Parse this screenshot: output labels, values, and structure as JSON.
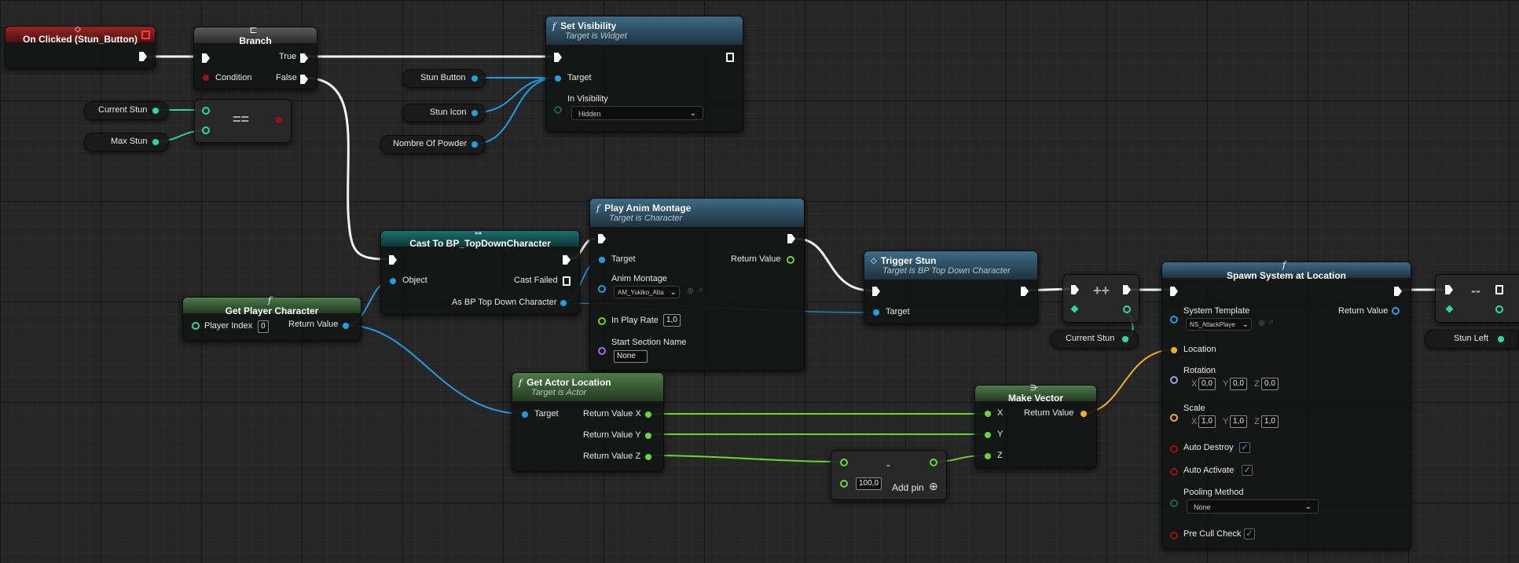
{
  "nodes": {
    "on_clicked": {
      "title": "On Clicked (Stun_Button)"
    },
    "branch": {
      "title": "Branch",
      "true_label": "True",
      "false_label": "False",
      "condition_label": "Condition"
    },
    "equals": {
      "op": "=="
    },
    "current_stun_var": {
      "label": "Current Stun"
    },
    "max_stun_var": {
      "label": "Max Stun"
    },
    "set_visibility": {
      "title": "Set Visibility",
      "subtitle": "Target is Widget",
      "target_label": "Target",
      "in_visibility_label": "In Visibility",
      "in_visibility_value": "Hidden"
    },
    "stun_button_var": {
      "label": "Stun Button"
    },
    "stun_icon_var": {
      "label": "Stun Icon"
    },
    "nombre_powder_var": {
      "label": "Nombre Of Powder"
    },
    "cast_to": {
      "title": "Cast To BP_TopDownCharacter",
      "object_label": "Object",
      "cast_failed_label": "Cast Failed",
      "as_label": "As BP Top Down Character"
    },
    "get_player_character": {
      "title": "Get Player Character",
      "player_index_label": "Player Index",
      "player_index_value": "0",
      "return_label": "Return Value"
    },
    "play_anim_montage": {
      "title": "Play Anim Montage",
      "subtitle": "Target is Character",
      "target_label": "Target",
      "return_label": "Return Value",
      "anim_montage_label": "Anim Montage",
      "anim_montage_value": "AM_Yukiko_Atta",
      "in_play_rate_label": "In Play Rate",
      "in_play_rate_value": "1,0",
      "start_section_label": "Start Section Name",
      "start_section_value": "None"
    },
    "get_actor_location": {
      "title": "Get Actor Location",
      "subtitle": "Target is Actor",
      "target_label": "Target",
      "rx": "Return Value X",
      "ry": "Return Value Y",
      "rz": "Return Value Z"
    },
    "subtract": {
      "op": "-",
      "value": "100,0",
      "add_pin_label": "Add pin"
    },
    "make_vector": {
      "title": "Make Vector",
      "x_label": "X",
      "y_label": "Y",
      "z_label": "Z",
      "return_label": "Return Value"
    },
    "trigger_stun": {
      "title": "Trigger Stun",
      "subtitle": "Target is BP Top Down Character",
      "target_label": "Target"
    },
    "increment": {
      "op": "++"
    },
    "current_stun_var2": {
      "label": "Current Stun"
    },
    "spawn_system": {
      "title": "Spawn System at Location",
      "system_template_label": "System Template",
      "system_template_value": "NS_AttackPlaye",
      "return_label": "Return Value",
      "location_label": "Location",
      "rotation_label": "Rotation",
      "rot_x": "0,0",
      "rot_y": "0,0",
      "rot_z": "0,0",
      "scale_label": "Scale",
      "scale_x": "1,0",
      "scale_y": "1,0",
      "scale_z": "1,0",
      "auto_destroy_label": "Auto Destroy",
      "auto_activate_label": "Auto Activate",
      "pooling_label": "Pooling Method",
      "pooling_value": "None",
      "pre_cull_label": "Pre Cull Check",
      "x": "X",
      "y": "Y",
      "z": "Z"
    },
    "decrement": {
      "op": "--"
    },
    "stun_left_var": {
      "label": "Stun Left"
    }
  },
  "colors": {
    "exec": "#ffffff",
    "object": "#1f9fe0",
    "int": "#28d9a4",
    "bool": "#9b1010",
    "vector": "#f2b022",
    "rotator": "#8fa7e6",
    "float": "#6bd632",
    "name": "#b366e6",
    "enum": "#14625a"
  }
}
